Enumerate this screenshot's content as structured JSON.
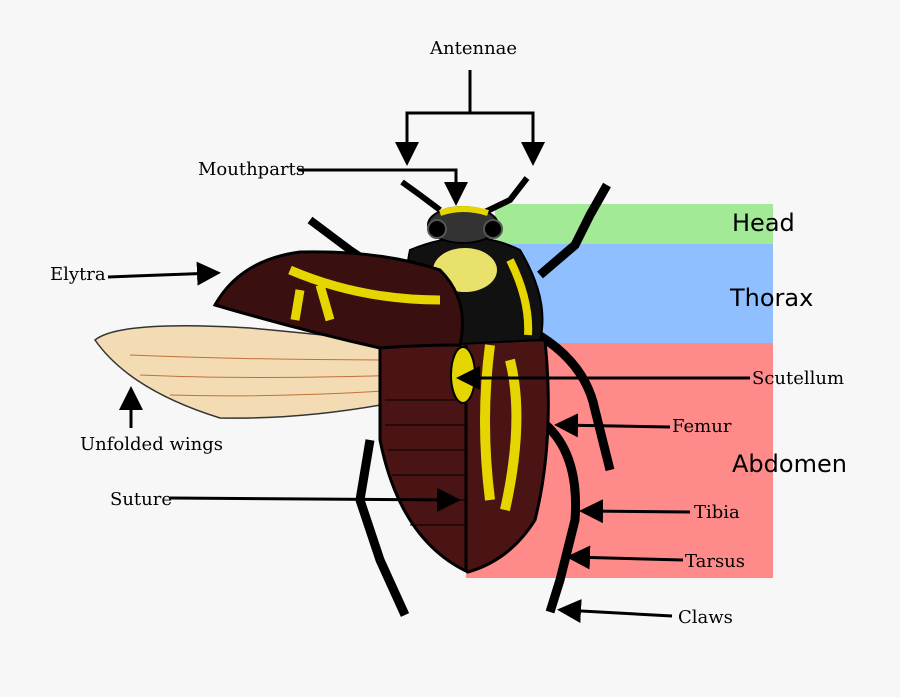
{
  "diagram": {
    "regions": [
      {
        "label": "Head",
        "color": "#a3ea96"
      },
      {
        "label": "Thorax",
        "color": "#90bfff"
      },
      {
        "label": "Abdomen",
        "color": "#ff8a8a"
      }
    ],
    "labels": {
      "antennae": "Antennae",
      "mouthparts": "Mouthparts",
      "elytra": "Elytra",
      "unfolded_wings": "Unfolded wings",
      "suture": "Suture",
      "scutellum": "Scutellum",
      "femur": "Femur",
      "tibia": "Tibia",
      "tarsus": "Tarsus",
      "claws": "Claws"
    },
    "colors": {
      "body": "#111111",
      "stripes": "#e6d600",
      "elytra": "#4a1414",
      "wing": "#f3dcb4"
    }
  }
}
